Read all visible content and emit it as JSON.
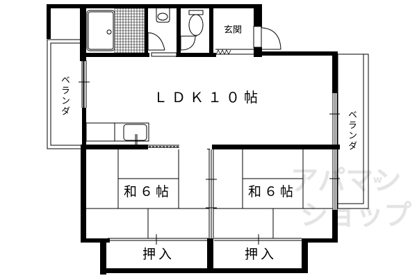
{
  "floor_plan": {
    "rooms": {
      "ldk": {
        "label": "ＬＤＫ１０帖"
      },
      "washitsu_left": {
        "label": "和６帖"
      },
      "washitsu_right": {
        "label": "和６帖"
      },
      "oshiire_left": {
        "label": "押入"
      },
      "oshiire_right": {
        "label": "押入"
      },
      "genkan": {
        "label": "玄関"
      },
      "veranda_left": {
        "label": "ベランダ"
      },
      "veranda_right": {
        "label": "ベランダ"
      }
    },
    "fixtures": [
      "bathtub",
      "washbasin",
      "toilet",
      "kitchen-sink"
    ],
    "colors": {
      "wall": "#000000",
      "line": "#000000",
      "watermark": "#e4e4e4",
      "background": "#ffffff"
    }
  },
  "watermark": {
    "line1": "アパマン",
    "line2": "ショップ",
    "small": "w"
  }
}
